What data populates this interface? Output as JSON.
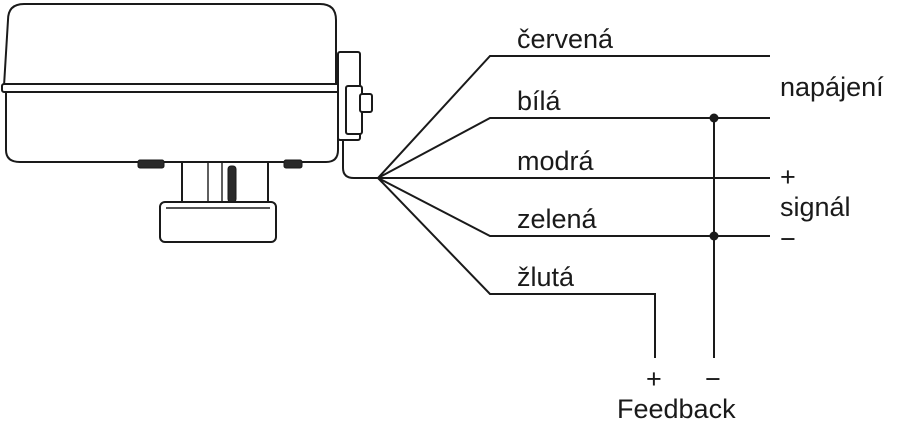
{
  "wires": {
    "red": "červená",
    "white": "bílá",
    "blue": "modrá",
    "green": "zelená",
    "yellow": "žlutá"
  },
  "groups": {
    "power": "napájení",
    "signal": "signál",
    "signal_plus": "+",
    "signal_minus": "−",
    "feedback": "Feedback",
    "feedback_plus": "+",
    "feedback_minus": "−"
  },
  "colors": {
    "line": "#1a1a1a",
    "background": "#ffffff"
  }
}
